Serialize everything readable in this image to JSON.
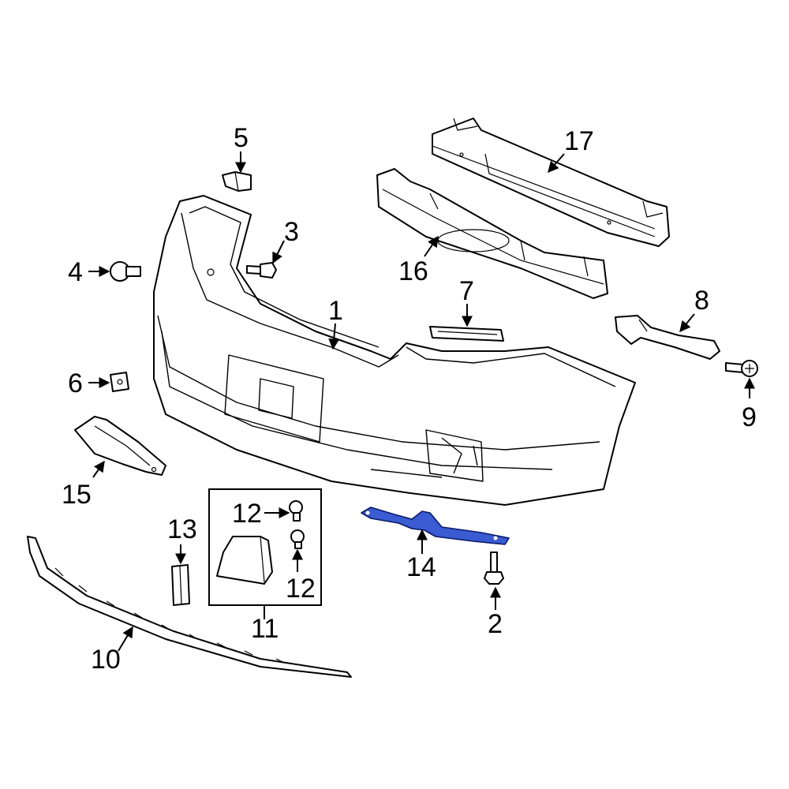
{
  "diagram": {
    "highlight_color": "#3a5bd1",
    "callouts": [
      {
        "id": "c1",
        "label": "1"
      },
      {
        "id": "c2",
        "label": "2"
      },
      {
        "id": "c3",
        "label": "3"
      },
      {
        "id": "c4",
        "label": "4"
      },
      {
        "id": "c5",
        "label": "5"
      },
      {
        "id": "c6",
        "label": "6"
      },
      {
        "id": "c7",
        "label": "7"
      },
      {
        "id": "c8",
        "label": "8"
      },
      {
        "id": "c9",
        "label": "9"
      },
      {
        "id": "c10",
        "label": "10"
      },
      {
        "id": "c11",
        "label": "11"
      },
      {
        "id": "c12a",
        "label": "12"
      },
      {
        "id": "c12b",
        "label": "12"
      },
      {
        "id": "c13",
        "label": "13"
      },
      {
        "id": "c14",
        "label": "14"
      },
      {
        "id": "c15",
        "label": "15"
      },
      {
        "id": "c16",
        "label": "16"
      },
      {
        "id": "c17",
        "label": "17"
      }
    ]
  }
}
